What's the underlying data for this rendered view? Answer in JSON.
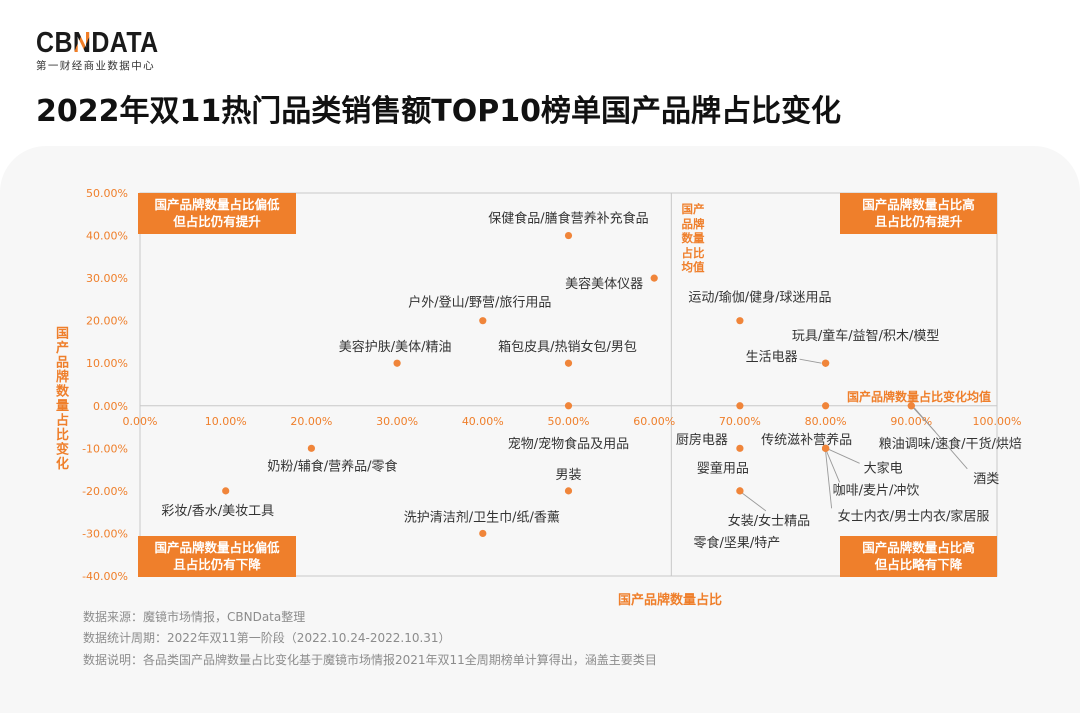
{
  "logo": {
    "part1": "CB",
    "part2": "N",
    "part3": "DATA",
    "tagline": "第一财经商业数据中心"
  },
  "chart_data": {
    "type": "scatter",
    "title": "2022年双11热门品类销售额TOP10榜单国产品牌占比变化",
    "xlabel": "国产品牌数量占比",
    "ylabel": "国产品牌数量占比变化",
    "xlim": [
      0,
      100
    ],
    "ylim": [
      -40,
      50
    ],
    "grid": false,
    "legend": "none",
    "x_ticks": [
      {
        "value": 0,
        "label": "0.00%"
      },
      {
        "value": 10,
        "label": "10.00%"
      },
      {
        "value": 20,
        "label": "20.00%"
      },
      {
        "value": 30,
        "label": "30.00%"
      },
      {
        "value": 40,
        "label": "40.00%"
      },
      {
        "value": 50,
        "label": "50.00%"
      },
      {
        "value": 60,
        "label": "60.00%"
      },
      {
        "value": 70,
        "label": "70.00%"
      },
      {
        "value": 80,
        "label": "80.00%"
      },
      {
        "value": 90,
        "label": "90.00%"
      },
      {
        "value": 100,
        "label": "100.00%"
      }
    ],
    "y_ticks": [
      {
        "value": 50,
        "label": "50.00%"
      },
      {
        "value": 40,
        "label": "40.00%"
      },
      {
        "value": 30,
        "label": "30.00%"
      },
      {
        "value": 20,
        "label": "20.00%"
      },
      {
        "value": 10,
        "label": "10.00%"
      },
      {
        "value": 0,
        "label": "0.00%"
      },
      {
        "value": -10,
        "label": "-10.00%"
      },
      {
        "value": -20,
        "label": "-20.00%"
      },
      {
        "value": -30,
        "label": "-30.00%"
      },
      {
        "value": -40,
        "label": "-40.00%"
      }
    ],
    "x_mean": 62,
    "x_mean_label": "国产品牌数量占比均值",
    "y_mean": 0,
    "y_mean_label": "国产品牌数量占比变化均值",
    "quadrants": [
      {
        "position": "top-left",
        "lines": [
          "国产品牌数量占比偏低",
          "但占比仍有提升"
        ]
      },
      {
        "position": "top-right",
        "lines": [
          "国产品牌数量占比高",
          "且占比仍有提升"
        ]
      },
      {
        "position": "bottom-left",
        "lines": [
          "国产品牌数量占比偏低",
          "且占比仍有下降"
        ]
      },
      {
        "position": "bottom-right",
        "lines": [
          "国产品牌数量占比高",
          "但占比略有下降"
        ]
      }
    ],
    "points": [
      {
        "name": "保健食品/膳食营养补充食品",
        "x": 50,
        "y": 40
      },
      {
        "name": "美容美体仪器",
        "x": 60,
        "y": 30
      },
      {
        "name": "户外/登山/野营/旅行用品",
        "x": 40,
        "y": 20
      },
      {
        "name": "运动/瑜伽/健身/球迷用品",
        "x": 70,
        "y": 20
      },
      {
        "name": "美容护肤/美体/精油",
        "x": 30,
        "y": 10
      },
      {
        "name": "箱包皮具/热销女包/男包",
        "x": 50,
        "y": 10
      },
      {
        "name": "玩具/童车/益智/积木/模型",
        "x": 80,
        "y": 10
      },
      {
        "name": "生活电器",
        "x": 80,
        "y": 10
      },
      {
        "name": "宠物/宠物食品及用品",
        "x": 50,
        "y": 0
      },
      {
        "name": "厨房电器",
        "x": 70,
        "y": 0
      },
      {
        "name": "传统滋补营养品",
        "x": 80,
        "y": 0
      },
      {
        "name": "粮油调味/速食/干货/烘焙",
        "x": 90,
        "y": 0
      },
      {
        "name": "酒类",
        "x": 90,
        "y": 0
      },
      {
        "name": "婴童用品",
        "x": 70,
        "y": -10
      },
      {
        "name": "大家电",
        "x": 80,
        "y": -10
      },
      {
        "name": "咖啡/麦片/冲饮",
        "x": 80,
        "y": -10
      },
      {
        "name": "女士内衣/男士内衣/家居服",
        "x": 80,
        "y": -10
      },
      {
        "name": "奶粉/辅食/营养品/零食",
        "x": 20,
        "y": -10
      },
      {
        "name": "彩妆/香水/美妆工具",
        "x": 10,
        "y": -20
      },
      {
        "name": "男装",
        "x": 50,
        "y": -20
      },
      {
        "name": "女装/女士精品",
        "x": 70,
        "y": -20
      },
      {
        "name": "零食/坚果/特产",
        "x": 70,
        "y": -20
      },
      {
        "name": "洗护清洁剂/卫生巾/纸/香薰",
        "x": 40,
        "y": -30
      }
    ],
    "colors": {
      "accent": "#ef7f2b",
      "dot": "#f0853a",
      "frame": "#c8c8c8",
      "leader": "#9a9a9a",
      "label_text": "#333333"
    }
  },
  "notes": [
    "数据来源：魔镜市场情报，CBNData整理",
    "数据统计周期：2022年双11第一阶段（2022.10.24-2022.10.31）",
    "数据说明：各品类国产品牌数量占比变化基于魔镜市场情报2021年双11全周期榜单计算得出，涵盖主要类目"
  ]
}
